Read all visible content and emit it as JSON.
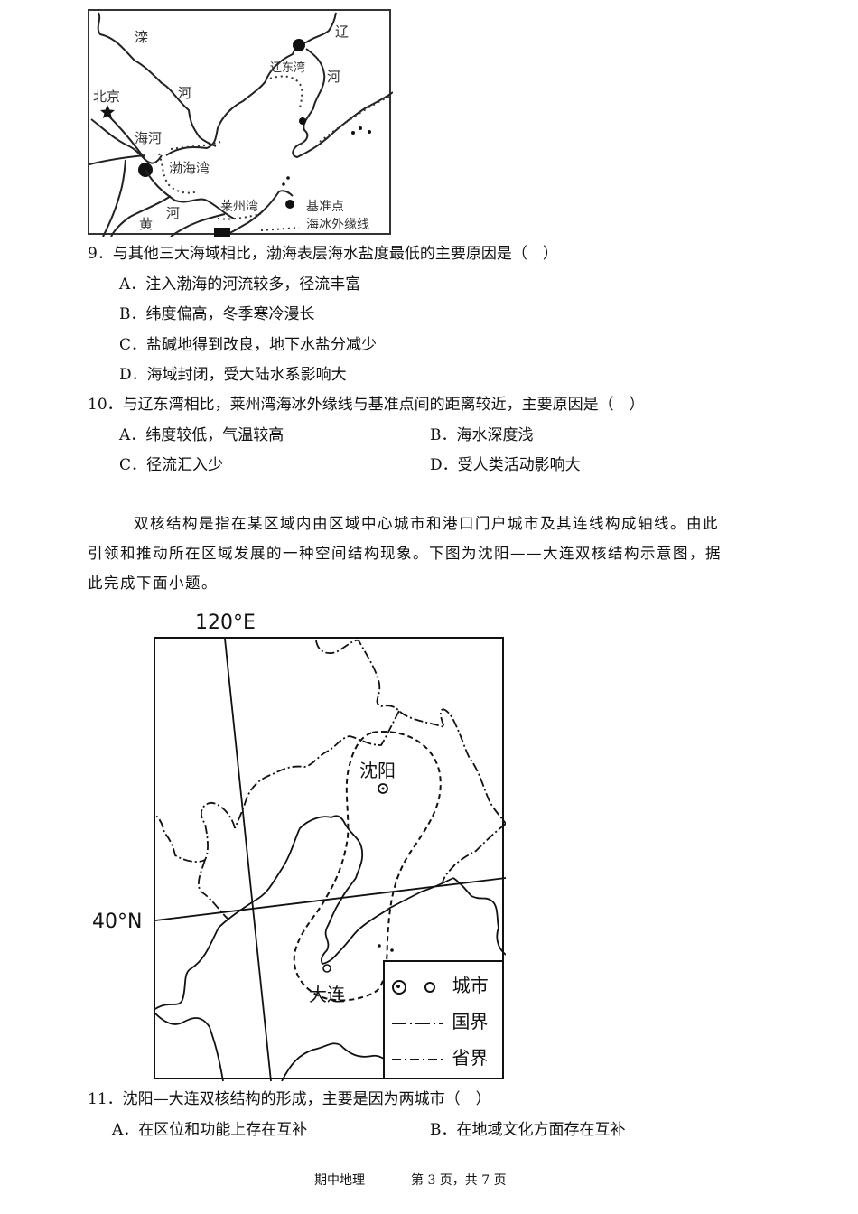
{
  "map1": {
    "labels": {
      "luan": "滦",
      "he1": "河",
      "beijing": "北京",
      "haihe": "海河",
      "bohaiwan": "渤海湾",
      "liao": "辽",
      "liaodongwan": "辽东湾",
      "he2": "河",
      "huang": "黄",
      "he3": "河",
      "laizhouwan": "莱州湾",
      "jizhundian": "基准点",
      "haibing": "海冰外缘线"
    }
  },
  "q9": {
    "stem": "9．与其他三大海域相比，渤海表层海水盐度最低的主要原因是（　）",
    "options": [
      "A．注入渤海的河流较多，径流丰富",
      "B．纬度偏高，冬季寒冷漫长",
      "C．盐碱地得到改良，地下水盐分减少",
      "D．海域封闭，受大陆水系影响大"
    ]
  },
  "q10": {
    "stem": "10．与辽东湾相比，莱州湾海冰外缘线与基准点间的距离较近，主要原因是（　）",
    "options": [
      "A．纬度较低，气温较高",
      "B．海水深度浅",
      "C．径流汇入少",
      "D．受人类活动影响大"
    ]
  },
  "passage": {
    "line1": "双核结构是指在某区域内由区域中心城市和港口门户城市及其连线构成轴线。由此",
    "line2": "引领和推动所在区域发展的一种空间结构现象。下图为沈阳——大连双核结构示意图，据",
    "line3": "此完成下面小题。"
  },
  "map2": {
    "lon_label": "120°E",
    "lat_label": "40°N",
    "city1": "沈阳",
    "city2": "大连",
    "legend": {
      "city": "城市",
      "national_border": "国界",
      "provincial_border": "省界"
    }
  },
  "q11": {
    "stem": "11．沈阳—大连双核结构的形成，主要是因为两城市（　）",
    "options": [
      "A．在区位和功能上存在互补",
      "B．在地域文化方面存在互补"
    ]
  },
  "footer": {
    "subject": "期中地理",
    "page": "第 3 页，共 7 页"
  }
}
